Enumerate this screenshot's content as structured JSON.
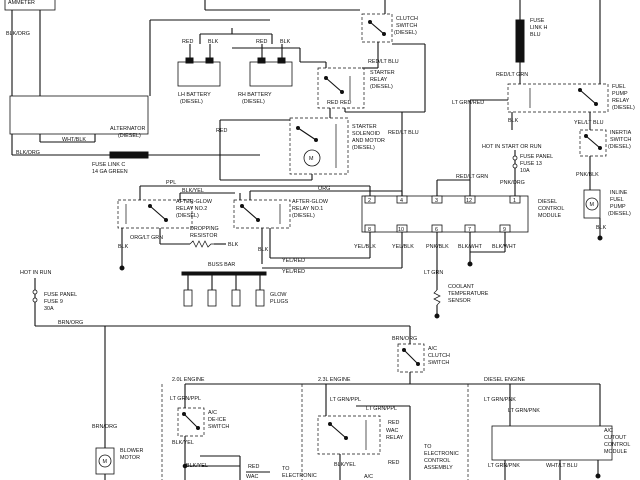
{
  "labels": {
    "ammeter": "AMMETER",
    "blk_org_1": "BLK/ORG",
    "alternator": "ALTERNATOR",
    "alternator_sub": "(DIESEL)",
    "wht_blk": "WHT/BLK",
    "blk_org_2": "BLK/ORG",
    "fuse_link_c": "FUSE LINK C",
    "fuse_link_c_sub": "14 GA GREEN",
    "red_a": "RED",
    "blk_a": "BLK",
    "red_b": "RED",
    "blk_b": "BLK",
    "lh_battery": "LH BATTERY",
    "lh_battery_sub": "(DIESEL)",
    "rh_battery": "RH BATTERY",
    "rh_battery_sub": "(DIESEL)",
    "clutch_switch": "CLUTCH",
    "clutch_switch_2": "SWITCH",
    "clutch_switch_sub": "(DIESEL)",
    "red_lt_blu_1": "RED/LT BLU",
    "starter_relay": "STARTER",
    "starter_relay_2": "RELAY",
    "starter_relay_sub": "(DIESEL)",
    "red_c": "RED",
    "red_d": "RED",
    "red_e": "RED",
    "starter_solenoid": "STARTER",
    "starter_solenoid_2": "SOLENOID",
    "starter_solenoid_3": "AND MOTOR",
    "starter_solenoid_sub": "(DIESEL)",
    "red_lt_blu_2": "RED/LT BLU",
    "lt_grn_red": "LT GRN/RED",
    "fuse_link_h": "FUSE",
    "fuse_link_h_2": "LINK H",
    "fuse_link_h_3": "BLU",
    "red_lt_grn_1": "RED/LT GRN",
    "fuel_pump_relay": "FUEL",
    "fuel_pump_relay_2": "PUMP",
    "fuel_pump_relay_3": "RELAY",
    "fuel_pump_relay_sub": "(DIESEL)",
    "blk_c": "BLK",
    "yel_lt_blu": "YEL/LT BLU",
    "inertia_switch": "INERTIA",
    "inertia_switch_2": "SWITCH",
    "inertia_switch_sub": "(DIESEL)",
    "pnk_blk_1": "PNK/BLK",
    "inline_fuel_pump": "INLINE",
    "inline_fuel_pump_2": "FUEL",
    "inline_fuel_pump_3": "PUMP",
    "inline_fuel_pump_sub": "(DIESEL)",
    "blk_d": "BLK",
    "hot_start_run": "HOT IN START OR RUN",
    "fuse_panel_13": "FUSE PANEL",
    "fuse_panel_13_2": "FUSE 13",
    "fuse_panel_13_3": "10A",
    "pnk_org": "PNK/ORG",
    "red_lt_grn_2": "RED/LT GRN",
    "ppl": "PPL",
    "blk_yel_1": "BLK/YEL",
    "org": "ORG",
    "after_glow_2": "AFTER-GLOW",
    "after_glow_2b": "RELAY NO.2",
    "after_glow_2c": "(DIESEL)",
    "after_glow_1": "AFTER-GLOW",
    "after_glow_1b": "RELAY NO.1",
    "after_glow_1c": "(DIESEL)",
    "org_lt_grn": "ORG/LT GRN",
    "dropping_resistor": "DROPPING",
    "dropping_resistor_2": "RESISTOR",
    "blk_e": "BLK",
    "blk_f": "BLK",
    "blk_g": "BLK",
    "pin_2": "2",
    "pin_4": "4",
    "pin_3": "3",
    "pin_12": "12",
    "pin_1": "1",
    "pin_8": "8",
    "pin_10": "10",
    "pin_6": "6",
    "pin_7": "7",
    "pin_9": "9",
    "diesel_control": "DIESEL",
    "diesel_control_2": "CONTROL",
    "diesel_control_3": "MODULE",
    "yel_blk": "YEL/BLK",
    "yel_blk_2": "YEL/BLK",
    "pnk_blk_2": "PNK/BLK",
    "blk_wht_1": "BLK/WHT",
    "blk_wht_2": "BLK/WHT",
    "buss_bar": "BUSS BAR",
    "yel_red_1": "YEL/RED",
    "yel_red_2": "YEL/RED",
    "glow_plugs": "GLOW",
    "glow_plugs_2": "PLUGS",
    "lt_grn": "LT GRN",
    "coolant_sensor": "COOLANT",
    "coolant_sensor_2": "TEMPERATURE",
    "coolant_sensor_3": "SENSOR",
    "hot_in_run": "HOT IN RUN",
    "fuse_panel_9": "FUSE PANEL",
    "fuse_panel_9_2": "FUSE 9",
    "fuse_panel_9_3": "30A",
    "brn_org_1": "BRN/ORG",
    "brn_org_2": "BRN/ORG",
    "ac_clutch_switch": "A/C",
    "ac_clutch_switch_2": "CLUTCH",
    "ac_clutch_switch_3": "SWITCH",
    "engine_20l": "2.0L ENGINE",
    "engine_23l": "2.3L ENGINE",
    "engine_diesel": "DIESEL ENGINE",
    "lt_grn_ppl_1": "LT GRN/PPL",
    "lt_grn_ppl_2": "LT GRN/PPL",
    "lt_grn_ppl_3": "LT GRN/PPL",
    "lt_grn_pnk_1": "LT GRN/PNK",
    "lt_grn_pnk_2": "LT GRN/PNK",
    "ac_deice": "A/C",
    "ac_deice_2": "DE-ICE",
    "ac_deice_3": "SWITCH",
    "blk_yel_2": "BLK/YEL",
    "blk_yel_3": "BLK/YEL",
    "blk_yel_4": "BLK/YEL",
    "red_f": "RED",
    "red_g": "RED",
    "red_h": "RED",
    "wac_relay": "WAC",
    "wac_relay_2": "RELAY",
    "wac_2": "WAC",
    "to_electronic": "TO",
    "to_electronic_2": "ELECTRONIC",
    "to_ecm": "TO",
    "to_ecm_2": "ELECTRONIC",
    "to_ecm_3": "CONTROL",
    "to_ecm_4": "ASSEMBLY",
    "ac_label": "A/C",
    "blower_motor": "BLOWER",
    "blower_motor_2": "MOTOR",
    "brn_org_3": "BRN/ORG",
    "ac_cutout": "A/C",
    "ac_cutout_2": "CUTOUT",
    "ac_cutout_3": "CONTROL",
    "ac_cutout_4": "MODULE",
    "wht_lt_blu": "WHT/LT BLU",
    "lt_grn_pnk_3": "LT GRN/PNK"
  }
}
